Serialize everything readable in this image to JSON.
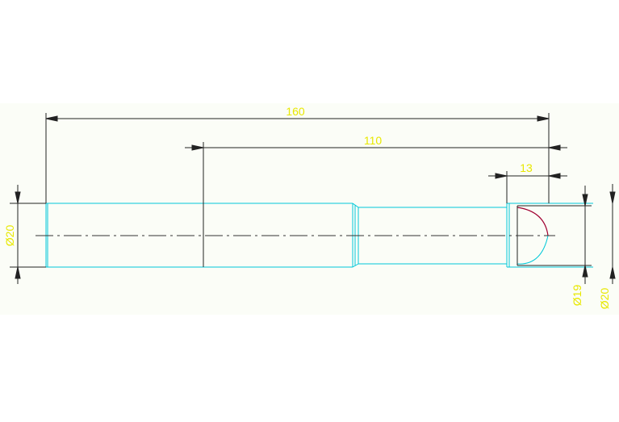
{
  "drawing": {
    "colors": {
      "background": "#ffffff",
      "band": "#fbfdf7",
      "outline": "#00c8d8",
      "dimension": "#222222",
      "centerline": "#333333",
      "dimension_text": "#e8e800",
      "arc_red": "#a00030"
    },
    "dimensions": {
      "overall_length": "160",
      "length_110": "110",
      "length_13": "13",
      "left_diameter": "Ø20",
      "right_diameter_small": "Ø19",
      "right_diameter_large": "Ø20"
    }
  }
}
